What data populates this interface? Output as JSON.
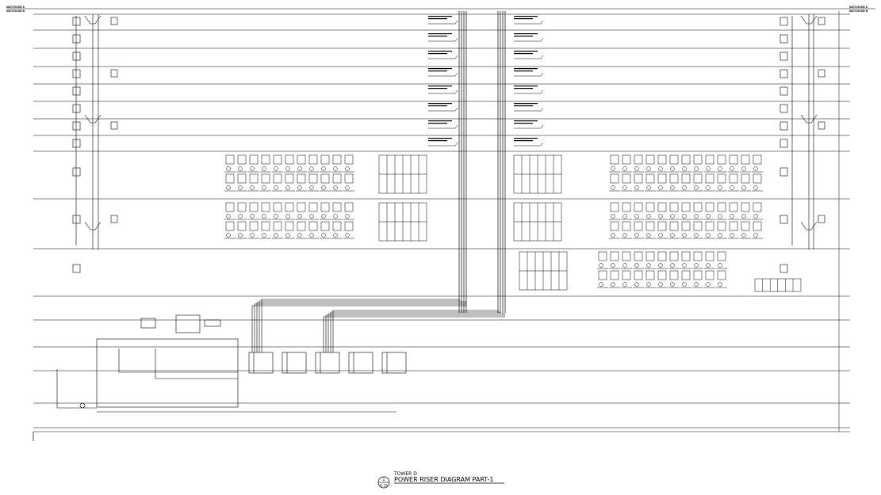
{
  "drawing": {
    "matchline_a_left": "MATCHLINE A",
    "matchline_b_left": "MATCHLINE B",
    "matchline_a_right": "MATCHLINE A",
    "matchline_b_right": "MATCHLINE B"
  },
  "title_block": {
    "tower": "TOWER D",
    "title": "POWER RISER DIAGRAM PART-1",
    "detail_number": "1",
    "sheet_ref": "E-16"
  },
  "colors": {
    "ink": "#000000",
    "paper": "#ffffff"
  }
}
